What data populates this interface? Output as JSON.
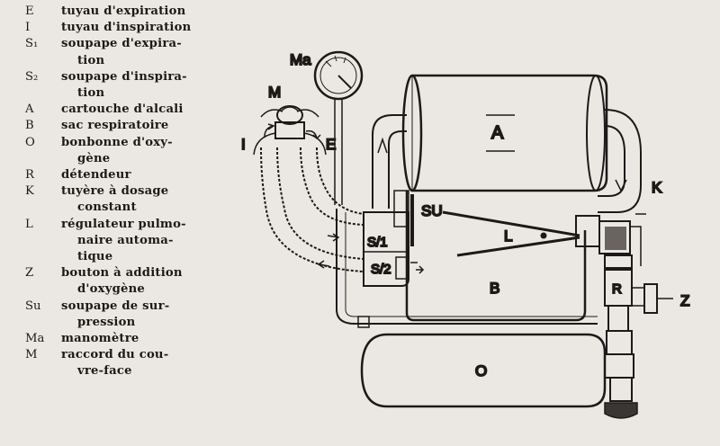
{
  "legend": [
    {
      "key": "E",
      "lines": [
        "tuyau d'expiration"
      ]
    },
    {
      "key": "I",
      "lines": [
        "tuyau d'inspiration"
      ]
    },
    {
      "key": "S₁",
      "lines": [
        "soupape d'expira-",
        "tion"
      ]
    },
    {
      "key": "S₂",
      "lines": [
        "soupape d'inspira-",
        "tion"
      ]
    },
    {
      "key": "A",
      "lines": [
        "cartouche d'alcali"
      ]
    },
    {
      "key": "B",
      "lines": [
        "sac respiratoire"
      ]
    },
    {
      "key": "O",
      "lines": [
        "bonbonne d'oxy-",
        "gène"
      ]
    },
    {
      "key": "R",
      "lines": [
        "détendeur"
      ]
    },
    {
      "key": "K",
      "lines": [
        "tuyère à dosage",
        "constant"
      ]
    },
    {
      "key": "L",
      "lines": [
        "régulateur pulmo-",
        "naire automa-",
        "tique"
      ]
    },
    {
      "key": "Z",
      "lines": [
        "bouton à addition",
        "d'oxygène"
      ]
    },
    {
      "key": "Su",
      "lines": [
        "soupape de sur-",
        "pression"
      ]
    },
    {
      "key": "Ma",
      "lines": [
        "manomètre"
      ]
    },
    {
      "key": "M",
      "lines": [
        "raccord du cou-",
        "vre-face"
      ]
    }
  ],
  "labels": {
    "Ma": "Ma",
    "M": "M",
    "I": "I",
    "E": "E",
    "A": "A",
    "SU": "SU",
    "L": "L",
    "K": "K",
    "S1": "S/1",
    "S2": "S/2",
    "B": "B",
    "R": "R",
    "Z": "Z",
    "O": "O"
  }
}
